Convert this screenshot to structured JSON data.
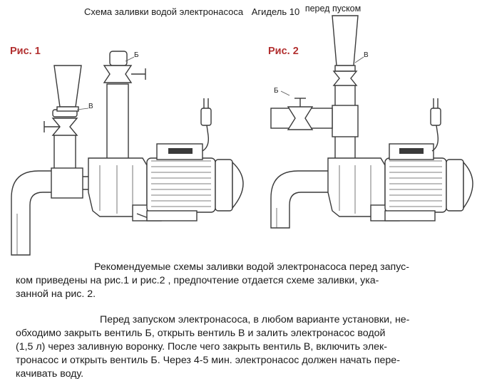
{
  "title": {
    "main": "Схема заливки водой электронасоса",
    "model": "Агидель 10",
    "sup": "перед пуском"
  },
  "figures": {
    "fig1": {
      "label": "Рис. 1",
      "callout_b": "Б",
      "callout_v": "В"
    },
    "fig2": {
      "label": "Рис. 2",
      "callout_b": "Б",
      "callout_v": "В"
    }
  },
  "paragraphs": {
    "p1": [
      "Рекомендуемые схемы заливки водой электронасоса перед запус-",
      "ком приведены на рис.1  и рис.2 , предпочтение отдается схеме заливки, ука-",
      "занной на рис. 2."
    ],
    "p2": [
      "Перед запуском электронасоса, в любом варианте установки, не-",
      "обходимо закрыть вентиль Б, открыть вентиль В и залить электронасос водой",
      "(1,5 л) через заливную воронку. После чего закрыть вентиль В, включить элек-",
      "тронасос и открыть вентиль Б. Через 4-5 мин. электронасос должен начать пере-",
      "качивать воду."
    ]
  }
}
